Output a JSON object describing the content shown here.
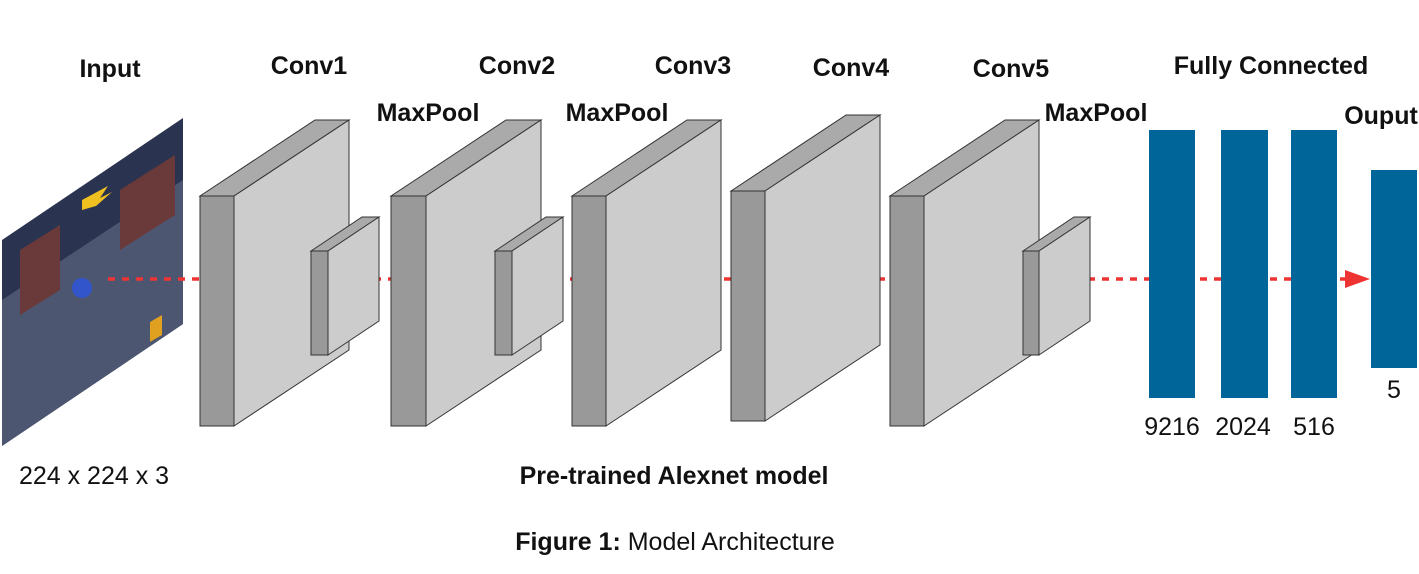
{
  "labels": {
    "input": "Input",
    "input_dims": "224 x 224 x 3",
    "conv1": "Conv1",
    "conv2": "Conv2",
    "conv3": "Conv3",
    "conv4": "Conv4",
    "conv5": "Conv5",
    "maxpool1": "MaxPool",
    "maxpool2": "MaxPool",
    "maxpool3": "MaxPool",
    "fully_connected": "Fully Connected",
    "output": "Ouput",
    "model_name": "Pre-trained Alexnet model"
  },
  "fc_layers": [
    {
      "units": "9216"
    },
    {
      "units": "2024"
    },
    {
      "units": "516"
    }
  ],
  "output_layer": {
    "units": "5"
  },
  "caption": {
    "prefix": "Figure 1:",
    "text": " Model Architecture"
  },
  "colors": {
    "block_front": "#cccccc",
    "block_side": "#999999",
    "block_top": "#aaaaaa",
    "fc_bar": "#006699",
    "arrow": "#ee3333"
  }
}
